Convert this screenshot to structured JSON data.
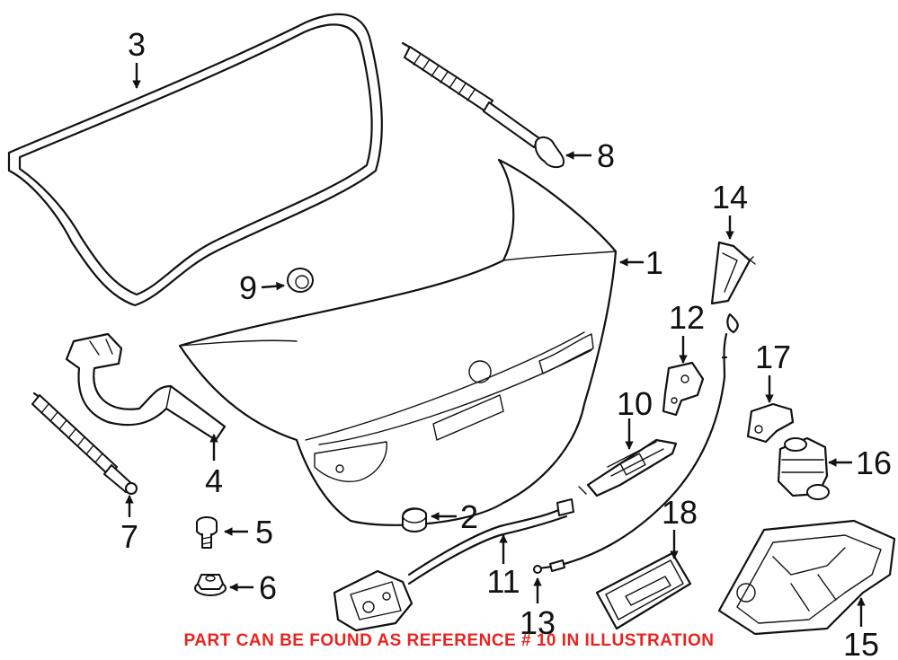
{
  "callouts": {
    "c1": "1",
    "c2": "2",
    "c3": "3",
    "c4": "4",
    "c5": "5",
    "c6": "6",
    "c7": "7",
    "c8": "8",
    "c9": "9",
    "c10": "10",
    "c11": "11",
    "c12": "12",
    "c13": "13",
    "c14": "14",
    "c15": "15",
    "c16": "16",
    "c17": "17",
    "c18": "18"
  },
  "note": {
    "text": "PART CAN BE FOUND AS REFERENCE # 10 IN ILLUSTRATION",
    "color": "#e8241f"
  }
}
